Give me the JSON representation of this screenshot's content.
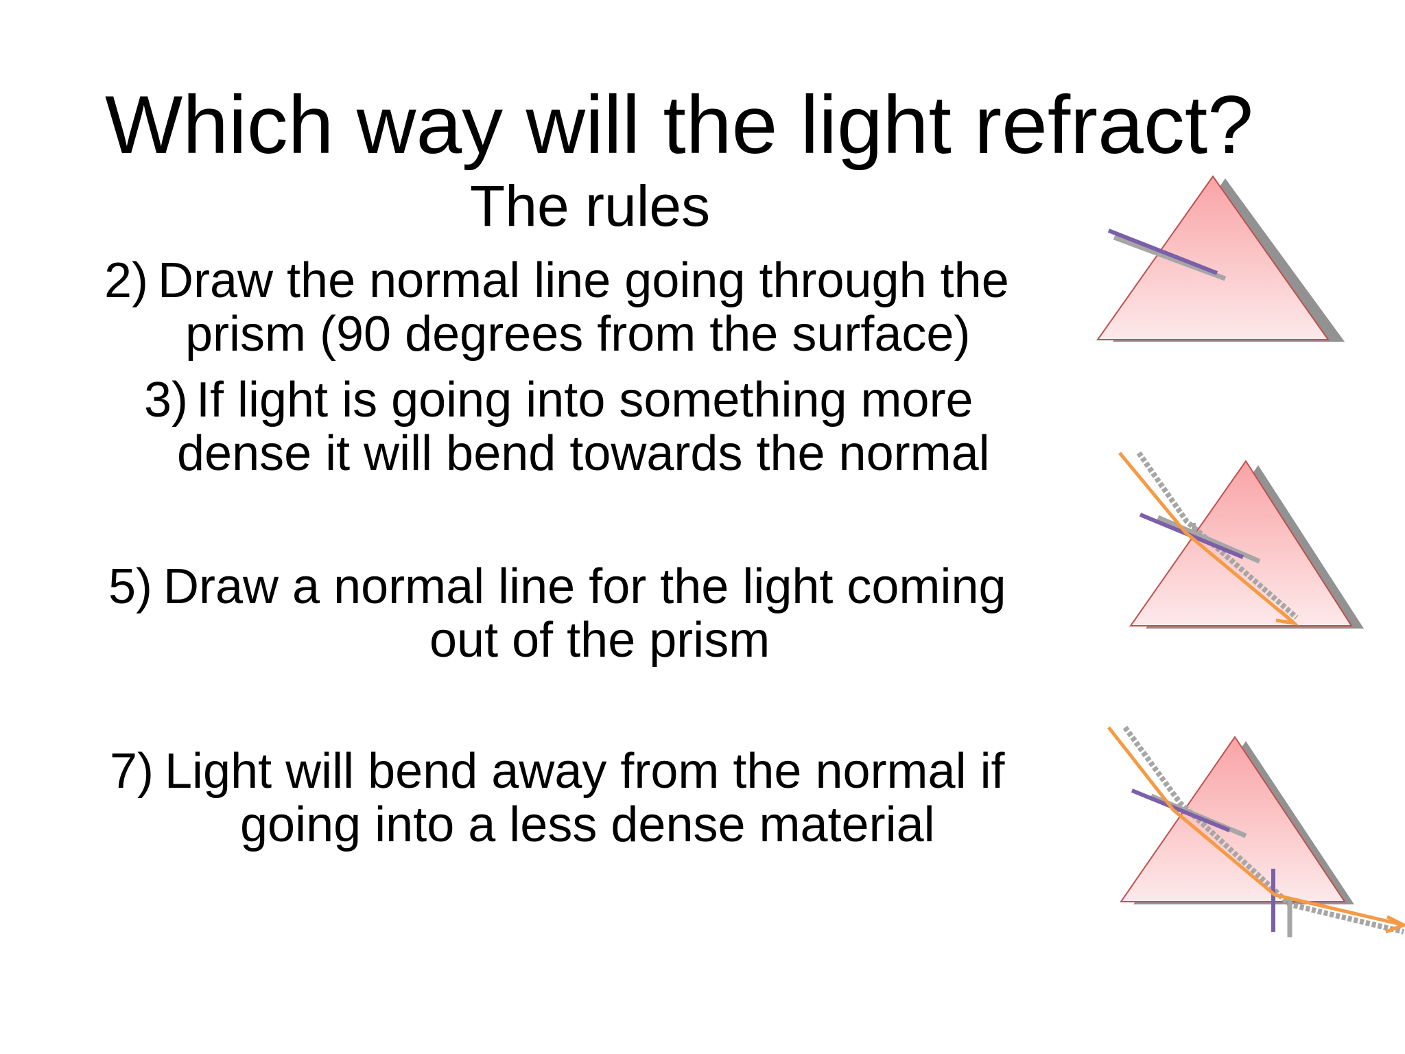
{
  "slide": {
    "title": "Which way will the light refract?",
    "subtitle": "The rules",
    "rules": [
      {
        "number": "2)",
        "lines": [
          "Draw the normal line going through the",
          "prism  (90 degrees from the surface)"
        ]
      },
      {
        "number": "3)",
        "lines": [
          "If light is going into something more",
          "dense it will bend towards the normal"
        ]
      },
      {
        "number": "5)",
        "lines": [
          "Draw a normal line for the light coming",
          "out of the prism"
        ]
      },
      {
        "number": "7)",
        "lines": [
          "Light will bend away from the normal if",
          "going into a less dense material"
        ]
      }
    ]
  },
  "colors": {
    "prism_top": "#f9a3a5",
    "prism_bottom": "#fde9ea",
    "prism_edge": "#c0504d",
    "prism_shadow": "#8c8c8c",
    "normal_line": "#7b5fa8",
    "light_ray": "#f59a45",
    "ray_shadow": "#a6a6a6"
  }
}
